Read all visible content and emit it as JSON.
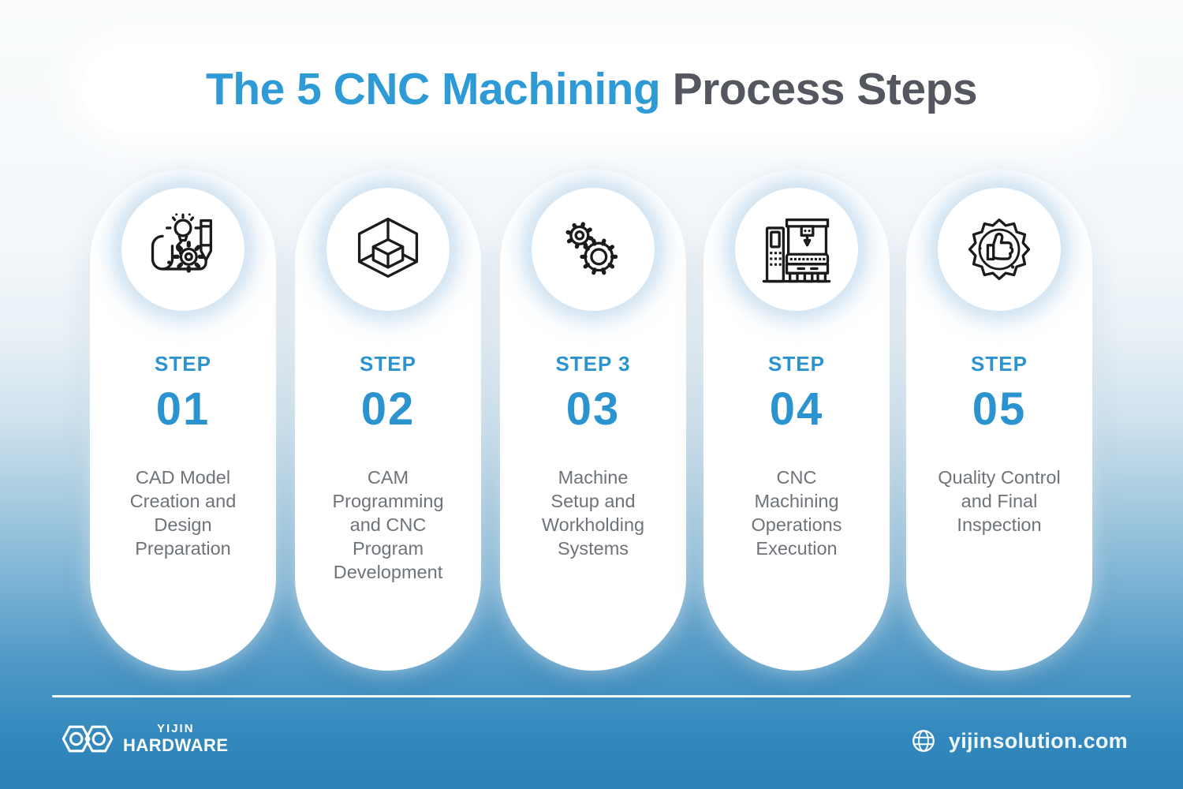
{
  "title": {
    "highlight": "The 5 CNC Machining ",
    "rest": "Process Steps"
  },
  "steps": [
    {
      "label": "STEP",
      "number": "01",
      "description": "CAD Model\nCreation and\nDesign\nPreparation",
      "icon": "blueprint-design-icon"
    },
    {
      "label": "STEP",
      "number": "02",
      "description": "CAM\nProgramming\nand CNC\nProgram\nDevelopment",
      "icon": "cad-cube-icon"
    },
    {
      "label": "STEP 3",
      "number": "03",
      "description": "Machine\nSetup and\nWorkholding\nSystems",
      "icon": "gears-icon"
    },
    {
      "label": "STEP",
      "number": "04",
      "description": "CNC\nMachining\nOperations\nExecution",
      "icon": "cnc-machine-icon"
    },
    {
      "label": "STEP",
      "number": "05",
      "description": "Quality Control\nand Final\nInspection",
      "icon": "quality-badge-icon"
    }
  ],
  "footer": {
    "brand_line1": "YIJIN",
    "brand_line2": "HARDWARE",
    "brand_icon": "yijin-infinity-hex-logo",
    "website_icon": "globe-icon",
    "website": "yijinsolution.com"
  },
  "colors": {
    "accent_blue": "#2E9BD6",
    "title_gray": "#54575F",
    "body_gray": "#6E737A",
    "background_bottom_blue": "#2B82B6",
    "card_white": "#FFFFFF"
  }
}
